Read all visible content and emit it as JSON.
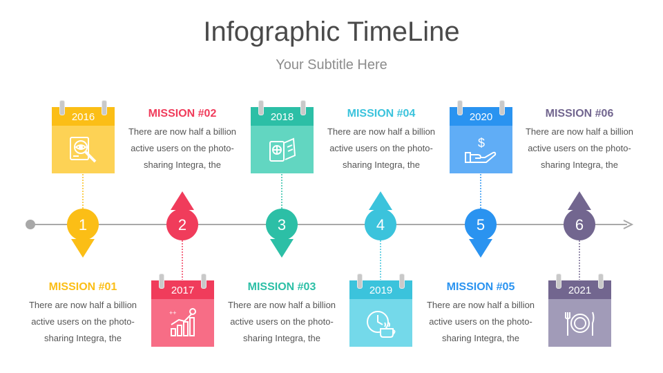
{
  "title": "Infographic TimeLine",
  "subtitle": "Your Subtitle Here",
  "colors": {
    "yellow": "#fbbe16",
    "yellow_light": "#fdd255",
    "red": "#f03c5b",
    "red_light": "#f76d86",
    "teal": "#2cbfa6",
    "teal_light": "#62d6c1",
    "cyan": "#3bc3dc",
    "cyan_light": "#74d9ea",
    "blue": "#2a93f0",
    "blue_light": "#60adf6",
    "purple": "#72668f",
    "purple_light": "#a19bb8",
    "line": "#a8a8a8"
  },
  "milestones": [
    {
      "number": "1",
      "year": "2016",
      "mission": "MISSION #01",
      "text": "There are now half a billion active users on the photo-sharing Integra, the",
      "icon": "magnifier-eye-icon"
    },
    {
      "number": "2",
      "year": "2017",
      "mission": "MISSION #02",
      "text": "There are now half a billion active users on the photo-sharing Integra, the",
      "icon": "growth-chart-icon"
    },
    {
      "number": "3",
      "year": "2018",
      "mission": "MISSION #03",
      "text": "There are now half a billion active users on the photo-sharing  Integra, the",
      "icon": "passport-tickets-icon"
    },
    {
      "number": "4",
      "year": "2019",
      "mission": "MISSION #04",
      "text": "There are now half a billion active users on the photo-sharing  Integra, the",
      "icon": "coffee-clock-icon"
    },
    {
      "number": "5",
      "year": "2020",
      "mission": "MISSION #05",
      "text": "There are now half a billion active users on the photo-sharing  Integra, the",
      "icon": "money-hand-icon"
    },
    {
      "number": "6",
      "year": "2021",
      "mission": "MISSION #06",
      "text": "There are now half a billion active users on the photo-sharing  Integra, the",
      "icon": "plate-cutlery-icon"
    }
  ]
}
